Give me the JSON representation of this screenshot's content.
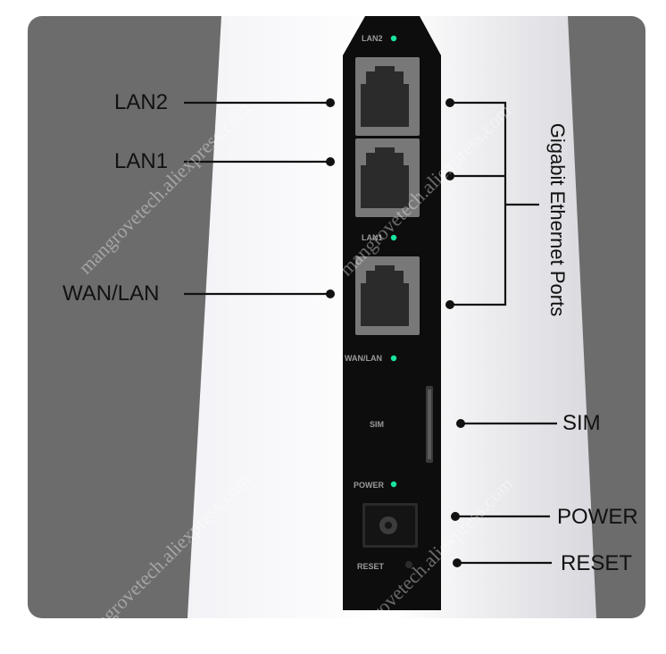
{
  "callouts": {
    "lan2": "LAN2",
    "lan1": "LAN1",
    "wan_lan": "WAN/LAN",
    "sim": "SIM",
    "power": "POWER",
    "reset": "RESET",
    "gigabit": "Gigabit Ethernet Ports"
  },
  "panel_labels": {
    "lan2": "LAN2",
    "lan1": "LAN1",
    "wan_lan": "WAN/LAN",
    "sim": "SIM",
    "power": "POWER",
    "reset": "RESET"
  },
  "watermark": "mangrovetech.aliexpress.com",
  "colors": {
    "background": "#6c6c6c",
    "device_body": "#e4e4ea",
    "panel": "#0d0d0d",
    "led": "#19e3a0",
    "lines": "#111111"
  },
  "icons": [
    "rj45-port-icon",
    "sim-slot-icon",
    "power-jack-icon",
    "reset-pinhole-icon"
  ]
}
